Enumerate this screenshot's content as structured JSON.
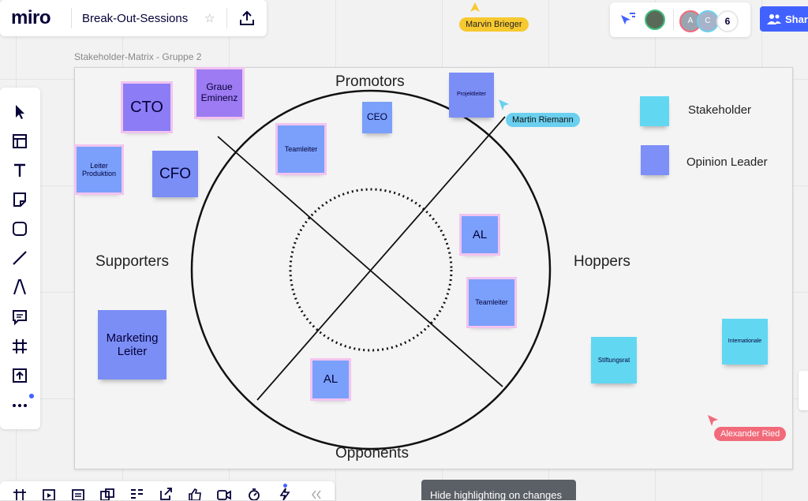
{
  "app": {
    "logo": "miro",
    "board_title": "Break-Out-Sessions"
  },
  "share": {
    "label": "Share"
  },
  "collaborators": {
    "avatar_a": "A",
    "avatar_c": "C",
    "count": "6"
  },
  "cursors": [
    {
      "name": "Marvin Brieger",
      "color": "#f7c930"
    },
    {
      "name": "Martin Riemann",
      "color": "#6bd0ef"
    },
    {
      "name": "Alexander Ried",
      "color": "#f26a7a"
    }
  ],
  "frame": {
    "label": "Stakeholder-Matrix - Gruppe 2"
  },
  "quadrants": {
    "top": "Promotors",
    "left": "Supporters",
    "right": "Hoppers",
    "bottom": "Opponents"
  },
  "legend": {
    "stakeholder": "Stakeholder",
    "opinion_leader": "Opinion Leader"
  },
  "stickies": {
    "cto": "CTO",
    "graue_eminenz": "Graue Eminenz",
    "leiter_produktion": "Leiter Produktion",
    "cfo": "CFO",
    "teamleiter_top": "Teamleiter",
    "ceo": "CEO",
    "projektleiter": "Projektleiter",
    "al_right": "AL",
    "teamleiter_right": "Teamleiter",
    "marketing_leiter": "Marketing Leiter",
    "al_bottom": "AL",
    "stiftungsrat": "Stiftungsrat",
    "internationale": "Internationale"
  },
  "toast": {
    "hide_highlighting": "Hide highlighting on changes"
  },
  "colors": {
    "accent": "#4262ff",
    "opinion_leader": "#7aa0fb",
    "stakeholder": "#62d7f2",
    "highlight": "#f2c4ef"
  }
}
